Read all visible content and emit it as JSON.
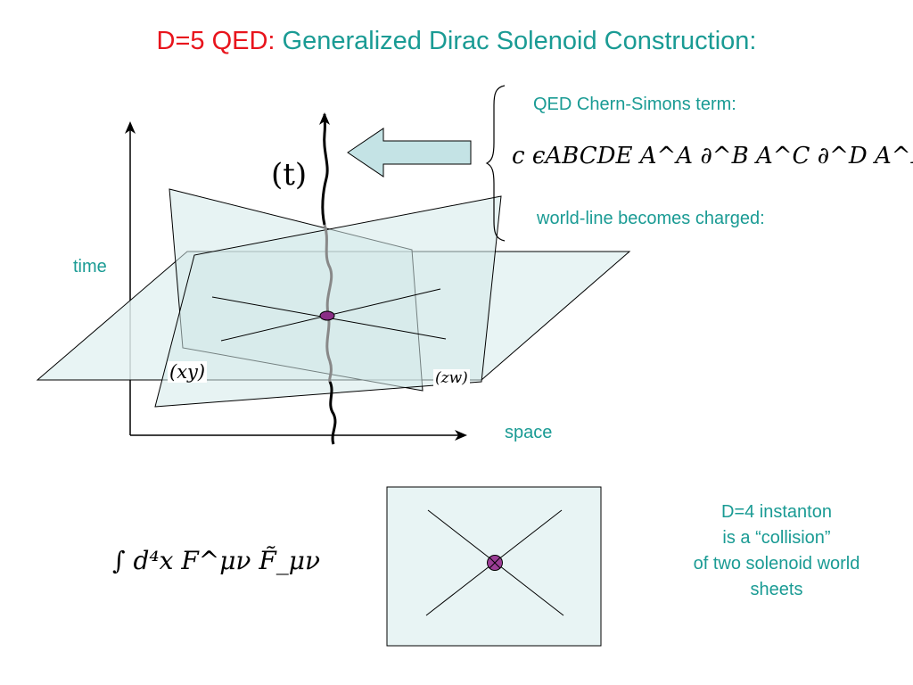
{
  "title": {
    "prefix": "D=5 QED:",
    "rest": " Generalized Dirac Solenoid Construction:"
  },
  "chern_simons": {
    "heading": "QED Chern-Simons term:",
    "formula": "c ϵABCDE A^A ∂^B A^C ∂^D A^E",
    "caption": "world-line becomes charged:"
  },
  "diagram": {
    "time_label": "time",
    "space_label": "space",
    "worldline_label": "(t)",
    "plane_xy_label": "(xy)",
    "plane_zw_label": "(zw)"
  },
  "instanton": {
    "formula": "∫ d⁴x F^μν F̃_μν",
    "caption_lines": [
      "D=4 instanton",
      "is a “collision”",
      "of two solenoid world",
      "sheets"
    ]
  },
  "colors": {
    "title_red": "#e8141c",
    "teal": "#1a9b94",
    "plane_fill": "#e4f2f2",
    "arrow_fill": "#c4e3e5",
    "point_purple": "#8a2e86"
  },
  "icons": {
    "arrow": "left-arrow-icon",
    "brace": "left-brace-icon",
    "intersection": "crossed-circle-icon"
  }
}
